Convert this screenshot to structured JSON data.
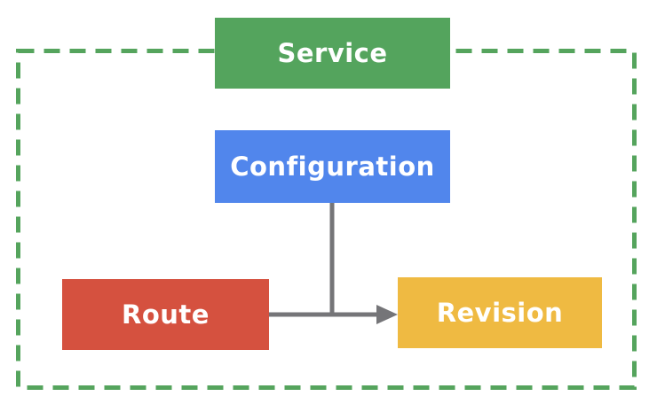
{
  "diagram": {
    "kind": "knative-serving-object-model",
    "boundary": {
      "style": "dashed",
      "color": "#55A45D"
    },
    "connectors": {
      "color": "#757578",
      "edges": [
        {
          "from": "configuration",
          "to": "revision-arrow-junction",
          "shape": "vertical-elbow"
        },
        {
          "from": "route",
          "to": "revision",
          "shape": "horizontal-arrow"
        }
      ]
    },
    "nodes": [
      {
        "id": "service",
        "label": "Service",
        "color": "#54A45D",
        "text_color": "#FFFFFF"
      },
      {
        "id": "configuration",
        "label": "Configuration",
        "color": "#5186EC",
        "text_color": "#FFFFFF"
      },
      {
        "id": "route",
        "label": "Route",
        "color": "#D5513F",
        "text_color": "#FFFFFF"
      },
      {
        "id": "revision",
        "label": "Revision",
        "color": "#EFBA42",
        "text_color": "#FFFFFF"
      }
    ]
  }
}
